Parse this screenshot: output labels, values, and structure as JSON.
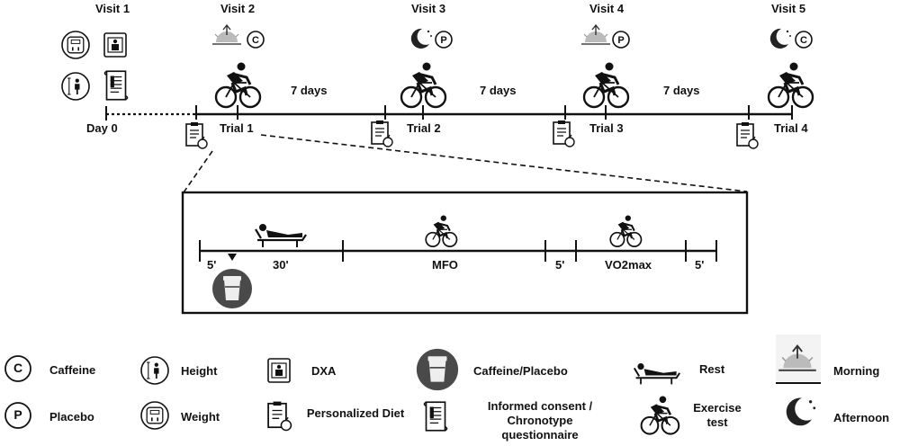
{
  "visits": [
    "Visit 1",
    "Visit 2",
    "Visit 3",
    "Visit 4",
    "Visit 5"
  ],
  "intervals": [
    "7 days",
    "7 days",
    "7 days"
  ],
  "day0": "Day 0",
  "trials": [
    "Trial 1",
    "Trial 2",
    "Trial 3",
    "Trial 4"
  ],
  "condition_badges": [
    "C",
    "P",
    "P",
    "C"
  ],
  "protocol": {
    "rest_start": "5'",
    "rest": "30'",
    "mfo": "MFO",
    "gap": "5'",
    "vo2max": "VO2max",
    "end": "5'"
  },
  "legend": {
    "caffeine_letter": "C",
    "caffeine": "Caffeine",
    "placebo_letter": "P",
    "placebo": "Placebo",
    "height": "Height",
    "weight": "Weight",
    "dxa": "DXA",
    "personalized_diet": "Personalized Diet",
    "caffeine_placebo": "Caffeine/Placebo",
    "informed_consent": "Informed consent / Chronotype questionnaire",
    "rest": "Rest",
    "exercise_test": "Exercise test",
    "morning": "Morning",
    "afternoon": "Afternoon"
  },
  "icons": [
    "caffeine-icon",
    "placebo-icon",
    "height-icon",
    "weight-icon",
    "dxa-icon",
    "diet-icon",
    "drink-cup-icon",
    "questionnaire-icon",
    "rest-icon",
    "cyclist-icon",
    "sunrise-icon",
    "moon-icon"
  ]
}
